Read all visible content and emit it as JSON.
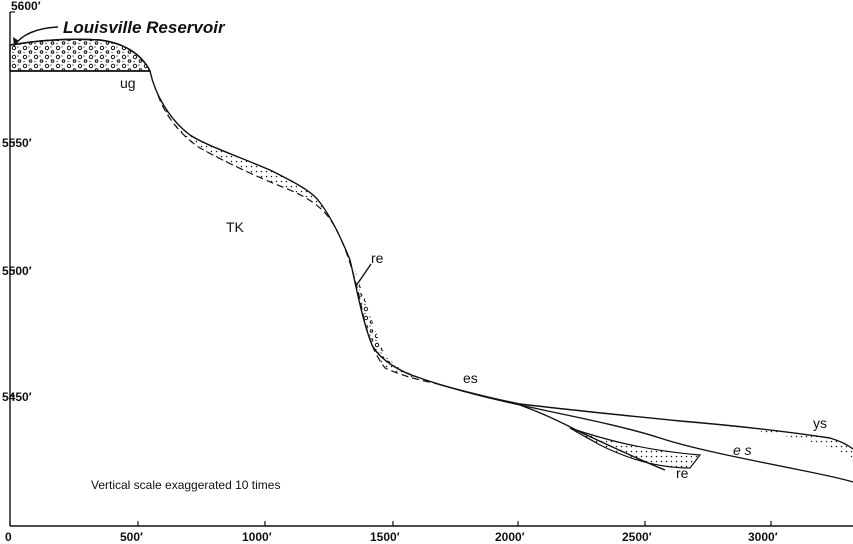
{
  "figure": {
    "title": "Louisville Reservoir",
    "note": "Vertical scale exaggerated 10 times",
    "y_ticks": [
      "5600′",
      "5550′",
      "5500′",
      "5450′"
    ],
    "x_ticks": [
      "0",
      "500′",
      "1000′",
      "1500′",
      "2000′",
      "2500′",
      "3000′"
    ],
    "units": {
      "ug": "ug",
      "tk": "TK",
      "re_upper": "re",
      "es_upper": "es",
      "ys": "ys",
      "es_lower": "e s",
      "re_lower": "re"
    },
    "colors": {
      "ink": "#111111",
      "paper": "#ffffff"
    }
  }
}
